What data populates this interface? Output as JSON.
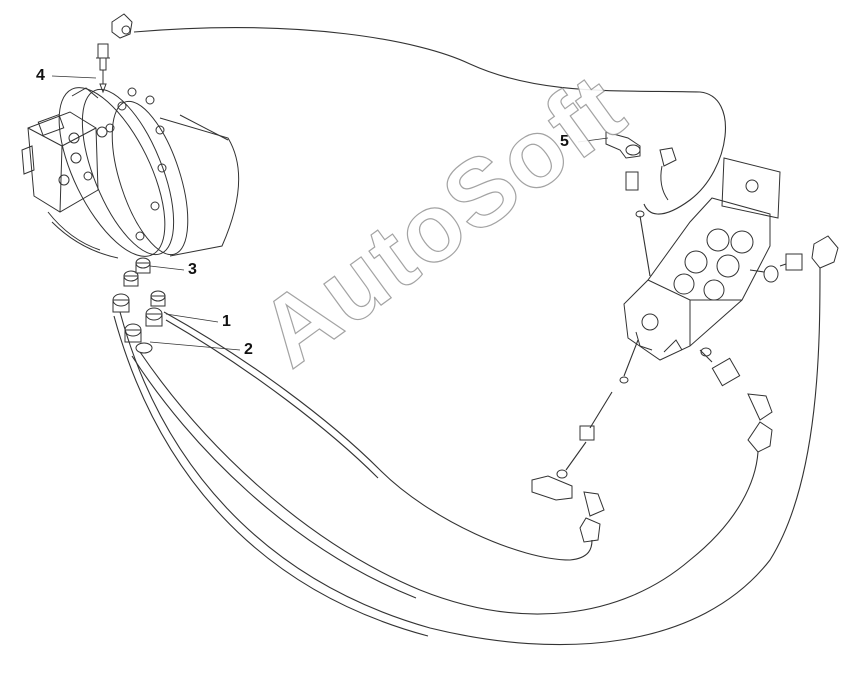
{
  "watermark": "AutoSoft",
  "labels": {
    "part1": "1",
    "part2": "2",
    "part3": "3",
    "part4": "4",
    "part5": "5"
  },
  "colors": {
    "line": "#333333",
    "watermark_stroke": "#9a9a9a"
  }
}
